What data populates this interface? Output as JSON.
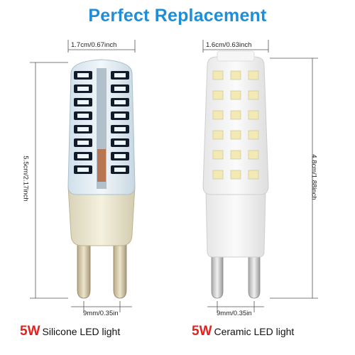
{
  "title": "Perfect Replacement",
  "left_bulb": {
    "width_label": "1.7cm/0.67inch",
    "height_label": "5.5cm/2.17inch",
    "pin_label": "9mm/0.35in",
    "watt": "5W",
    "desc": "Silicone LED light"
  },
  "right_bulb": {
    "width_label": "1.6cm/0.63inch",
    "height_label": "4.8cm/1.88inch",
    "pin_label": "9mm/0.35in",
    "watt": "5W",
    "desc": "Ceramic LED light"
  },
  "colors": {
    "title": "#1e8ed8",
    "watt": "#e4231e"
  }
}
